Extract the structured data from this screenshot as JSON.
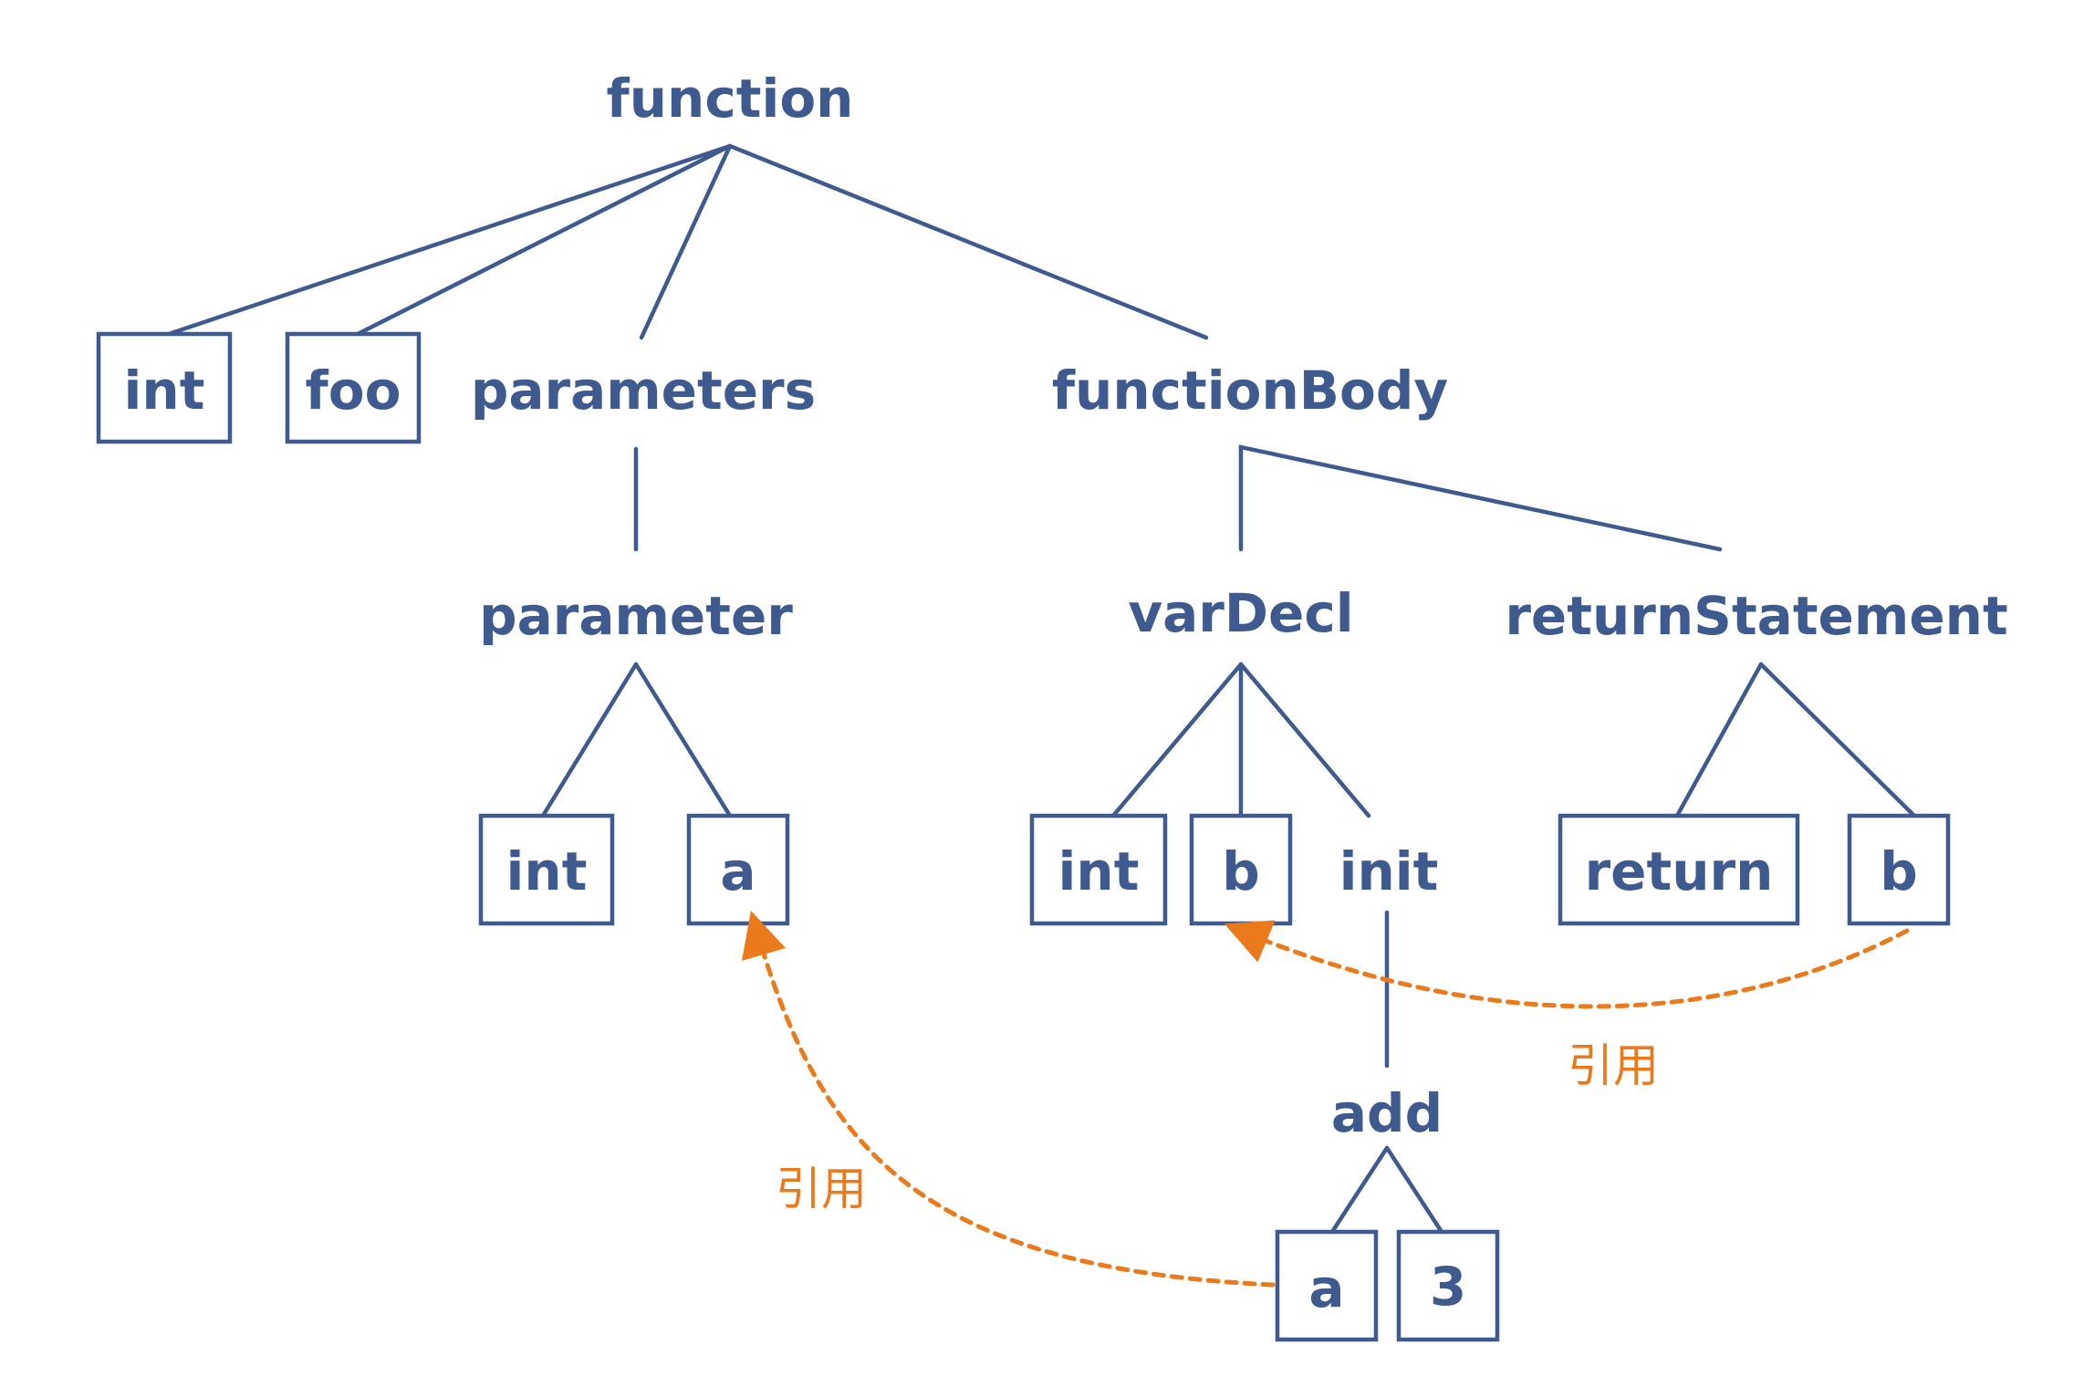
{
  "nodes": {
    "function": "function",
    "int_ret": "int",
    "foo": "foo",
    "parameters": "parameters",
    "functionBody": "functionBody",
    "parameter": "parameter",
    "param_int": "int",
    "param_a": "a",
    "varDecl": "varDecl",
    "returnStatement": "returnStatement",
    "var_int": "int",
    "var_b": "b",
    "init": "init",
    "return_kw": "return",
    "return_b": "b",
    "add": "add",
    "add_a": "a",
    "add_3": "3"
  },
  "references": {
    "a_ref_label": "引用",
    "b_ref_label": "引用"
  },
  "colors": {
    "tree": "#3f5a8f",
    "reference": "#ea7a1c"
  }
}
